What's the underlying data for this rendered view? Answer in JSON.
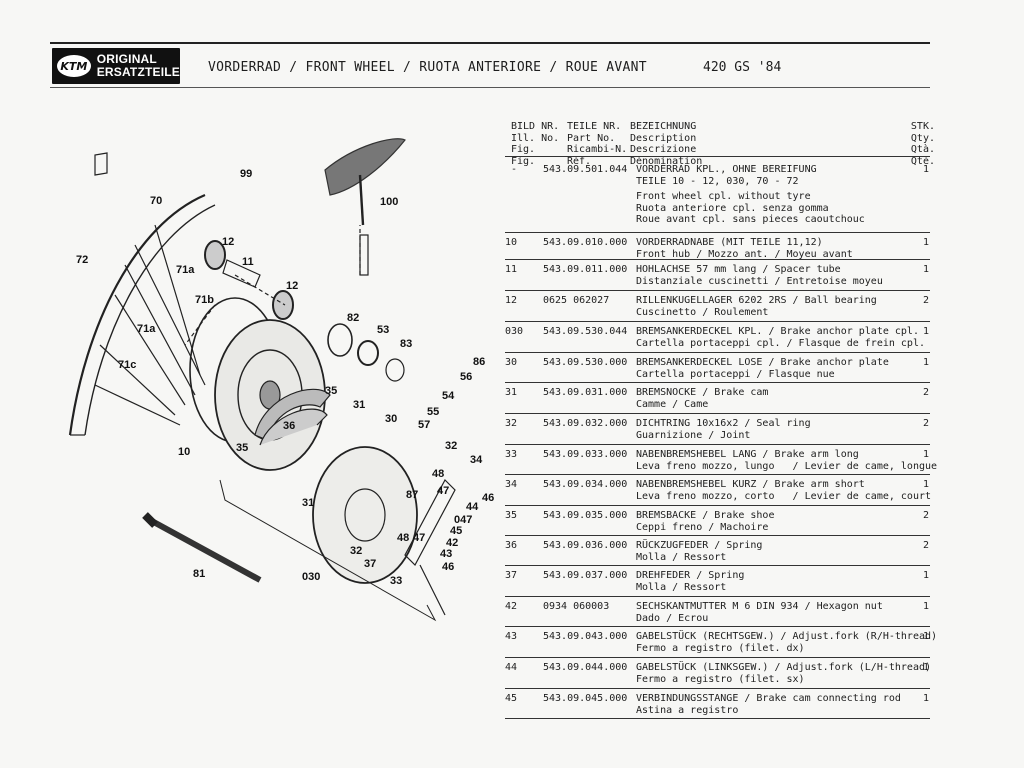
{
  "header": {
    "logo_mark": "KTM",
    "logo_line1": "ORIGINAL",
    "logo_line2": "ERSATZTEILE",
    "title": "VORDERRAD / FRONT WHEEL / RUOTA ANTERIORE / ROUE AVANT",
    "model": "420 GS '84"
  },
  "columns": {
    "fig": [
      "BILD NR.",
      "Ill. No.",
      "Fig.",
      "Fig."
    ],
    "part": [
      "TEILE NR.",
      "Part No.",
      "Ricambi-N.",
      "Réf."
    ],
    "desc": [
      "BEZEICHNUNG",
      "Description",
      "Descrizione",
      "Dénomination"
    ],
    "qty": [
      "STK.",
      "Qty.",
      "Qtà.",
      "Qté."
    ]
  },
  "parts": [
    {
      "fig": "-",
      "part": "543.09.501.044",
      "desc": [
        "VORDERRAD KPL., OHNE BEREIFUNG",
        "TEILE 10 - 12, 030, 70 - 72",
        "",
        "Front wheel cpl. without tyre",
        "Ruota anteriore cpl. senza gomma",
        "Roue avant cpl. sans pieces caoutchouc"
      ],
      "qty": "1"
    },
    {
      "fig": "10",
      "part": "543.09.010.000",
      "desc": [
        "VORDERRADNABE (MIT TEILE 11,12)",
        "Front hub / Mozzo ant. / Moyeu avant"
      ],
      "qty": "1"
    },
    {
      "fig": "11",
      "part": "543.09.011.000",
      "desc": [
        "HOHLACHSE 57 mm lang / Spacer tube",
        "Distanziale cuscinetti / Entretoise moyeu"
      ],
      "qty": "1"
    },
    {
      "fig": "12",
      "part": "0625 062027",
      "desc": [
        "RILLENKUGELLAGER 6202 2RS / Ball bearing",
        "Cuscinetto / Roulement"
      ],
      "qty": "2"
    },
    {
      "fig": "030",
      "part": "543.09.530.044",
      "desc": [
        "BREMSANKERDECKEL KPL. / Brake anchor plate cpl.",
        "Cartella portaceppi cpl. / Flasque de frein cpl."
      ],
      "qty": "1"
    },
    {
      "fig": "30",
      "part": "543.09.530.000",
      "desc": [
        "BREMSANKERDECKEL LOSE / Brake anchor plate",
        "Cartella portaceppi / Flasque nue"
      ],
      "qty": "1"
    },
    {
      "fig": "31",
      "part": "543.09.031.000",
      "desc": [
        "BREMSNOCKE / Brake cam",
        "Camme / Came"
      ],
      "qty": "2"
    },
    {
      "fig": "32",
      "part": "543.09.032.000",
      "desc": [
        "DICHTRING 10x16x2 / Seal ring",
        "Guarnizione / Joint"
      ],
      "qty": "2"
    },
    {
      "fig": "33",
      "part": "543.09.033.000",
      "desc": [
        "NABENBREMSHEBEL LANG / Brake arm long",
        "Leva freno mozzo, lungo   / Levier de came, longue"
      ],
      "qty": "1"
    },
    {
      "fig": "34",
      "part": "543.09.034.000",
      "desc": [
        "NABENBREMSHEBEL KURZ / Brake arm short",
        "Leva freno mozzo, corto   / Levier de came, court"
      ],
      "qty": "1"
    },
    {
      "fig": "35",
      "part": "543.09.035.000",
      "desc": [
        "BREMSBACKE / Brake shoe",
        "Ceppi freno / Machoire"
      ],
      "qty": "2"
    },
    {
      "fig": "36",
      "part": "543.09.036.000",
      "desc": [
        "RÜCKZUGFEDER / Spring",
        "Molla / Ressort"
      ],
      "qty": "2"
    },
    {
      "fig": "37",
      "part": "543.09.037.000",
      "desc": [
        "DREHFEDER / Spring",
        "Molla / Ressort"
      ],
      "qty": "1"
    },
    {
      "fig": "42",
      "part": "0934 060003",
      "desc": [
        "SECHSKANTMUTTER M 6 DIN 934 / Hexagon nut",
        "Dado / Ecrou"
      ],
      "qty": "1"
    },
    {
      "fig": "43",
      "part": "543.09.043.000",
      "desc": [
        "GABELSTÜCK (RECHTSGEW.) / Adjust.fork (R/H-thread)",
        "Fermo a registro (filet. dx)"
      ],
      "qty": "1"
    },
    {
      "fig": "44",
      "part": "543.09.044.000",
      "desc": [
        "GABELSTÜCK (LINKSGEW.) / Adjust.fork (L/H-thread)",
        "Fermo a registro (filet. sx)"
      ],
      "qty": "1"
    },
    {
      "fig": "45",
      "part": "543.09.045.000",
      "desc": [
        "VERBINDUNGSSTANGE / Brake cam connecting rod",
        "Astina a registro"
      ],
      "qty": "1"
    }
  ],
  "callouts": [
    "99",
    "70",
    "100",
    "72",
    "12",
    "11",
    "71a",
    "12",
    "71b",
    "82",
    "53",
    "71a",
    "83",
    "71c",
    "86",
    "56",
    "35",
    "54",
    "31",
    "30",
    "55",
    "57",
    "36",
    "10",
    "35",
    "32",
    "34",
    "48",
    "47",
    "87",
    "31",
    "46",
    "44",
    "047",
    "42",
    "45",
    "48",
    "47",
    "43",
    "46",
    "32",
    "37",
    "81",
    "030",
    "33"
  ]
}
